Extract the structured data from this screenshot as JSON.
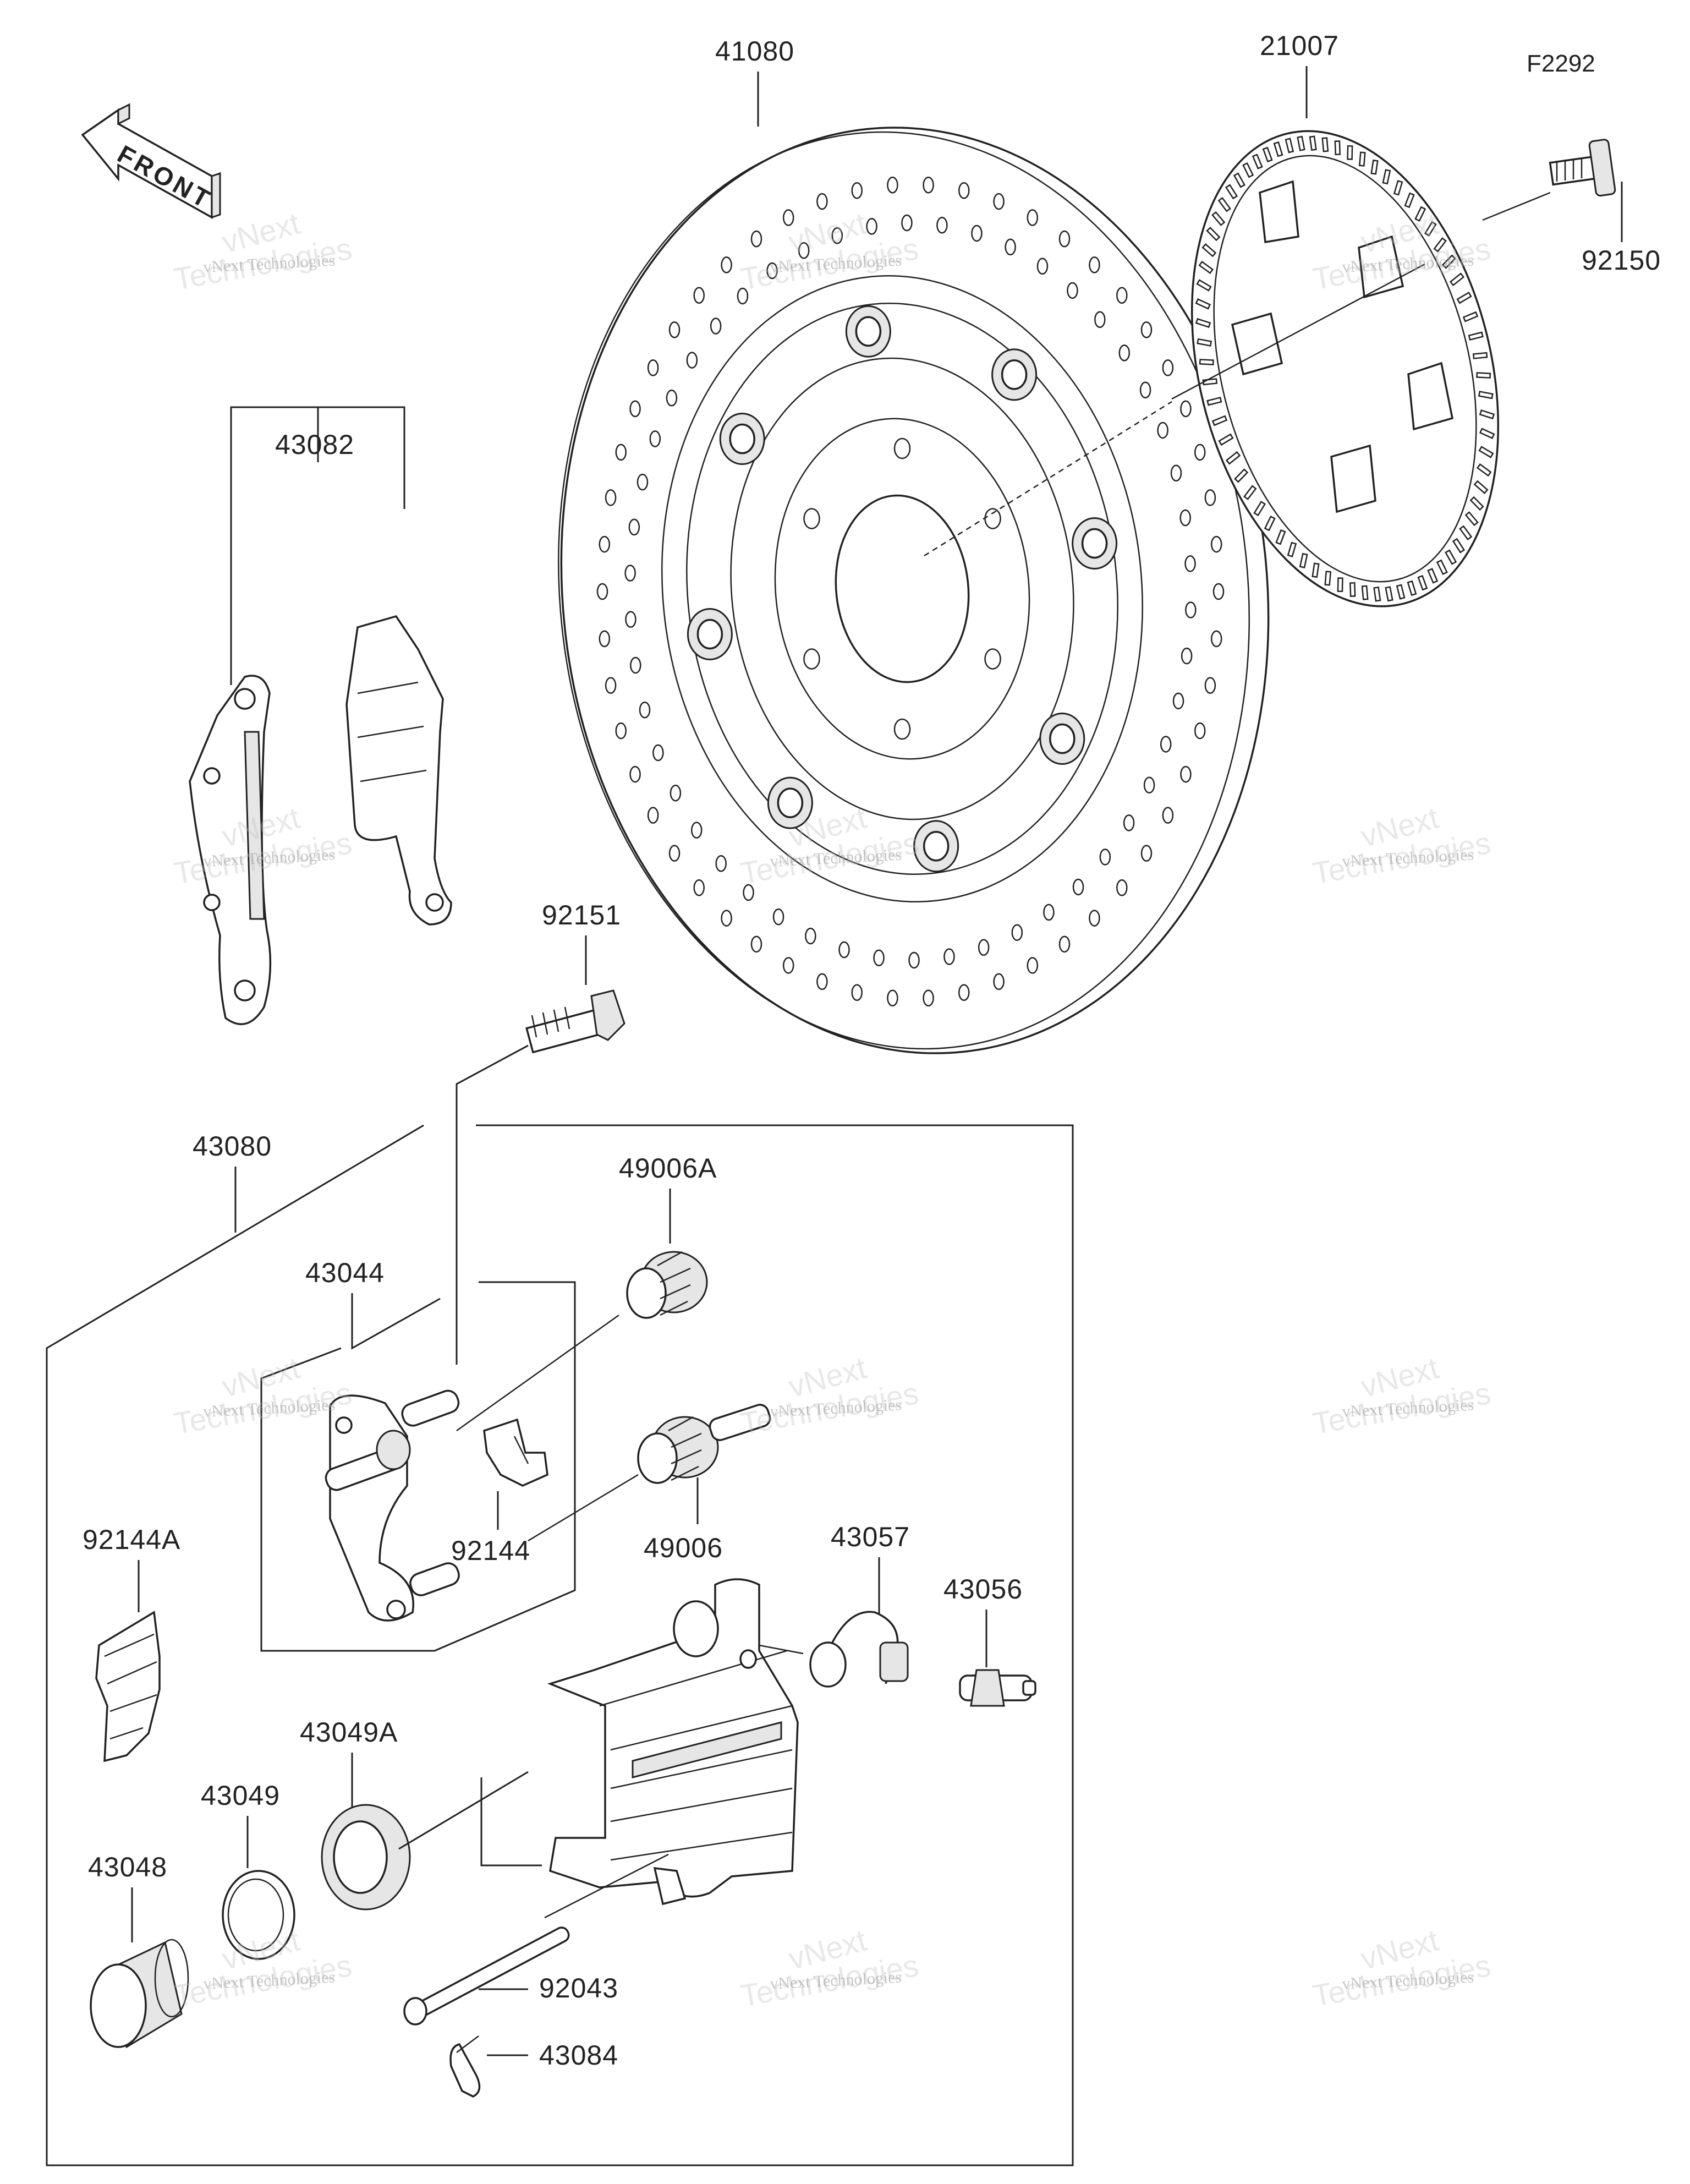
{
  "diagram_code": "F2292",
  "direction_label": "FRONT",
  "parts": [
    {
      "id": "p41080",
      "number": "41080"
    },
    {
      "id": "p21007",
      "number": "21007"
    },
    {
      "id": "p92150",
      "number": "92150"
    },
    {
      "id": "p43082",
      "number": "43082"
    },
    {
      "id": "p92151",
      "number": "92151"
    },
    {
      "id": "p43080",
      "number": "43080"
    },
    {
      "id": "p49006A",
      "number": "49006A"
    },
    {
      "id": "p43044",
      "number": "43044"
    },
    {
      "id": "p92144",
      "number": "92144"
    },
    {
      "id": "p49006",
      "number": "49006"
    },
    {
      "id": "p43057",
      "number": "43057"
    },
    {
      "id": "p43056",
      "number": "43056"
    },
    {
      "id": "p92144A",
      "number": "92144A"
    },
    {
      "id": "p43049A",
      "number": "43049A"
    },
    {
      "id": "p43049",
      "number": "43049"
    },
    {
      "id": "p43048",
      "number": "43048"
    },
    {
      "id": "p92043",
      "number": "92043"
    },
    {
      "id": "p43084",
      "number": "43084"
    }
  ],
  "watermark": {
    "brand": "vNext",
    "company": "vNext Technologies",
    "word": "Technologies"
  }
}
